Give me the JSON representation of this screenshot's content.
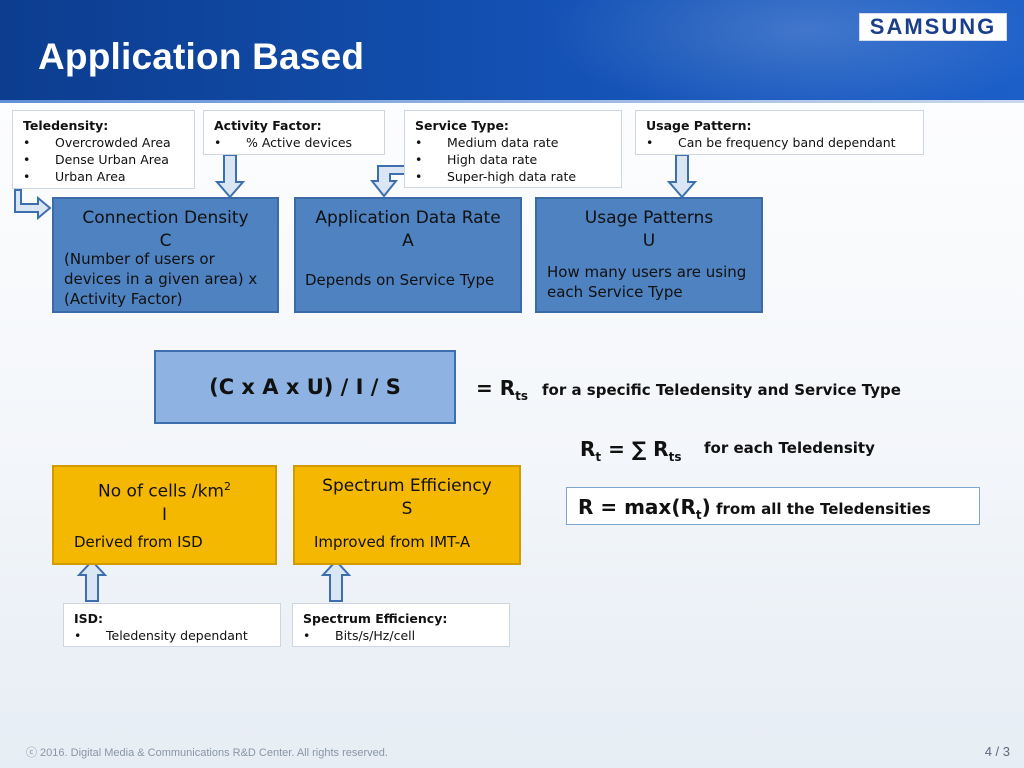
{
  "header": {
    "title": "Application Based",
    "logo_text": "SAMSUNG"
  },
  "notes": {
    "teledensity": {
      "heading": "Teledensity:",
      "items": [
        "Overcrowded Area",
        "Dense Urban Area",
        "Urban Area"
      ]
    },
    "activity": {
      "heading": "Activity Factor:",
      "items": [
        "% Active devices"
      ]
    },
    "service": {
      "heading": "Service Type:",
      "items": [
        "Medium data rate",
        "High data rate",
        "Super-high data rate"
      ]
    },
    "usage": {
      "heading": "Usage Pattern:",
      "items": [
        "Can be frequency band dependant"
      ]
    },
    "isd": {
      "heading": "ISD:",
      "items": [
        "Teledensity dependant"
      ]
    },
    "spectrum": {
      "heading": "Spectrum Efficiency:",
      "items": [
        "Bits/s/Hz/cell"
      ]
    }
  },
  "boxes": {
    "connection": {
      "title": "Connection Density",
      "symbol": "C",
      "desc": "(Number of users or devices in a given area) x (Activity Factor)"
    },
    "datarate": {
      "title": "Application Data Rate",
      "symbol": "A",
      "desc": "Depends on Service Type"
    },
    "usage": {
      "title": "Usage Patterns",
      "symbol": "U",
      "desc": "How many users are using each Service Type"
    },
    "cells": {
      "title": "No of cells /km",
      "title_sup": "2",
      "symbol": "I",
      "desc": "Derived from ISD"
    },
    "spectrum": {
      "title": "Spectrum Efficiency",
      "symbol": "S",
      "desc": "Improved from IMT-A"
    }
  },
  "formula": {
    "main": "(C x A x U) / I / S",
    "rts_prefix": "= R",
    "rts_sub": "ts",
    "rts_desc": "for a specific Teledensity and Service Type",
    "rt_r": "R",
    "rt_sub": "t",
    "rt_eq": "= ∑ R",
    "rt_sub2": "ts",
    "rt_desc": "for each Teledensity",
    "r_main": "R = max(R",
    "r_sub": "t",
    "r_close": ")",
    "r_desc": "from all the Teledensities"
  },
  "footer": {
    "copyright": "ⓒ 2016. Digital Media & Communications R&D Center. All rights reserved.",
    "page": "4 / 3"
  },
  "colors": {
    "header_blue": "#1452b5",
    "box_blue": "#4f82c0",
    "box_yellow": "#f5b800",
    "formula_blue": "#8eb3e2"
  }
}
